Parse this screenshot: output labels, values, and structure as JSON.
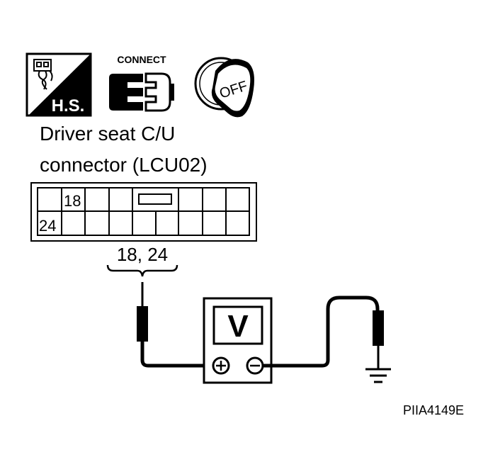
{
  "icons": {
    "hs_badge": "H.S.",
    "connect_label": "CONNECT",
    "ignition_label": "OFF"
  },
  "connector": {
    "title_line1": "Driver seat C/U",
    "title_line2": "connector (LCU02)",
    "pin_top": "18",
    "pin_bottom": "24",
    "measured_pins": "18, 24"
  },
  "meter": {
    "unit": "V",
    "positive_symbol": "plus-terminal",
    "negative_symbol": "minus-terminal"
  },
  "figure_id": "PIIA4149E",
  "colors": {
    "ink": "#000000",
    "paper": "#ffffff"
  }
}
